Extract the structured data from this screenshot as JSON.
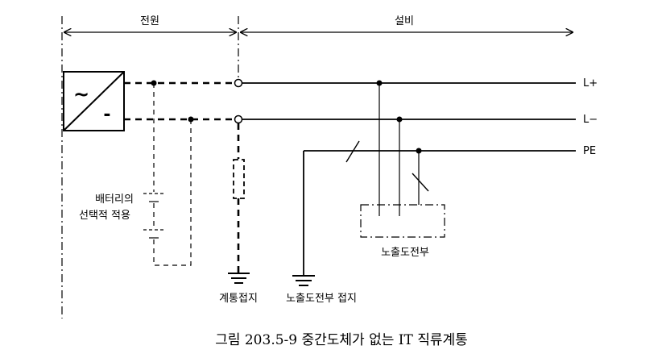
{
  "labels": {
    "power_source": "전원",
    "equipment": "설비",
    "line_positive": "L+",
    "line_negative": "L−",
    "protective_earth": "PE",
    "battery_note_line1": "배터리의",
    "battery_note_line2": "선택적 적용",
    "exposed_conductive_parts": "노출도전부",
    "system_earthing": "계통접지",
    "exposed_parts_earthing": "노출도전부 접지"
  },
  "caption": "그림 203.5-9 중간도체가 없는 IT 직류계통",
  "source_symbols": {
    "ac_symbol": "~",
    "dc_symbol": "-"
  }
}
